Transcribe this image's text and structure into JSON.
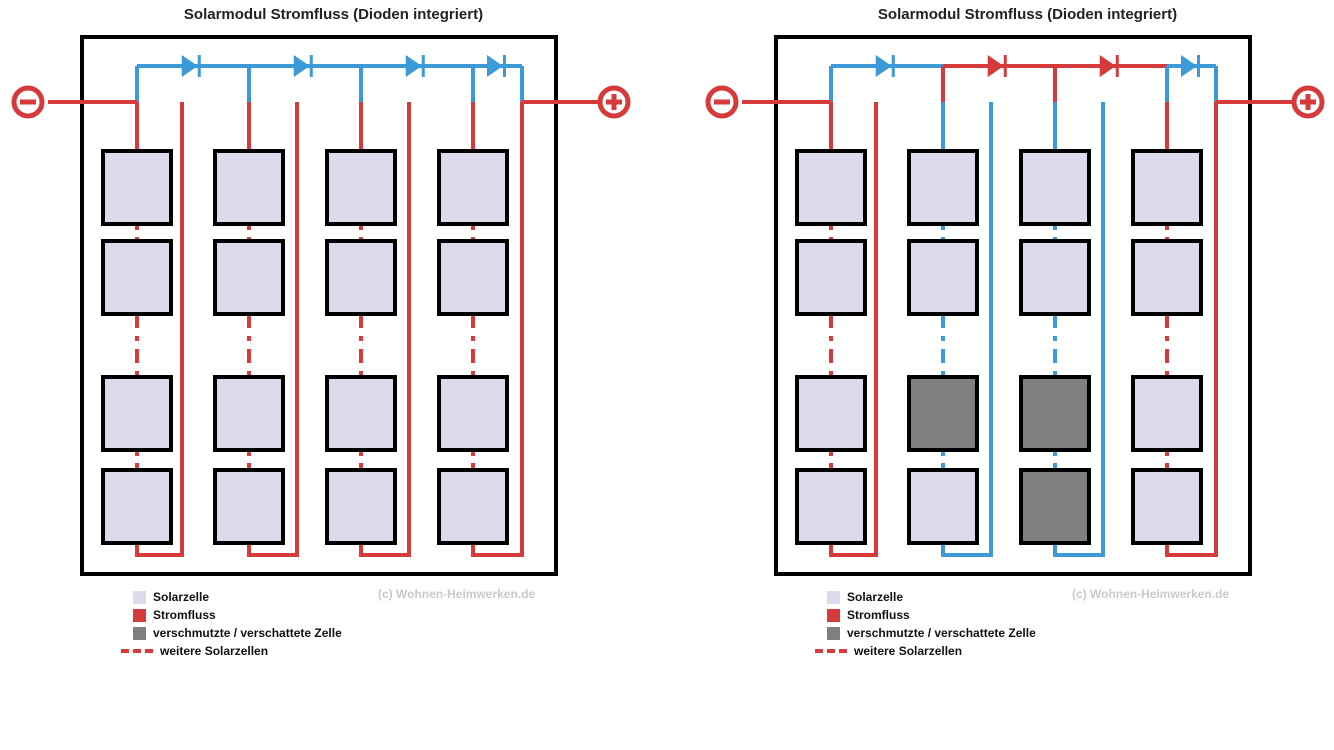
{
  "panels": [
    {
      "title": "Solarmodul Stromfluss (Dioden integriert)",
      "copyright": "(c) Wohnen-Heimwerken.de",
      "minus_symbol": "−",
      "plus_symbol": "+",
      "shaded_columns": [],
      "diode_states": [
        "bypass",
        "bypass",
        "bypass",
        "bypass"
      ]
    },
    {
      "title": "Solarmodul Stromfluss (Dioden integriert)",
      "copyright": "(c) Wohnen-Heimwerken.de",
      "minus_symbol": "−",
      "plus_symbol": "+",
      "shaded_columns": [
        1,
        2
      ],
      "diode_states": [
        "bypass",
        "active",
        "active",
        "bypass"
      ]
    }
  ],
  "legend": {
    "solar_cell": "Solarzelle",
    "current_flow": "Stromfluss",
    "shaded_cell": "verschmutzte / verschattete Zelle",
    "more_cells": "weitere Solarzellen"
  },
  "colors": {
    "red": "#d63a3a",
    "blue": "#3d9ad9",
    "cell": "#dcdaeb",
    "shaded_cell": "#7f7f7f",
    "frame": "#000000"
  }
}
